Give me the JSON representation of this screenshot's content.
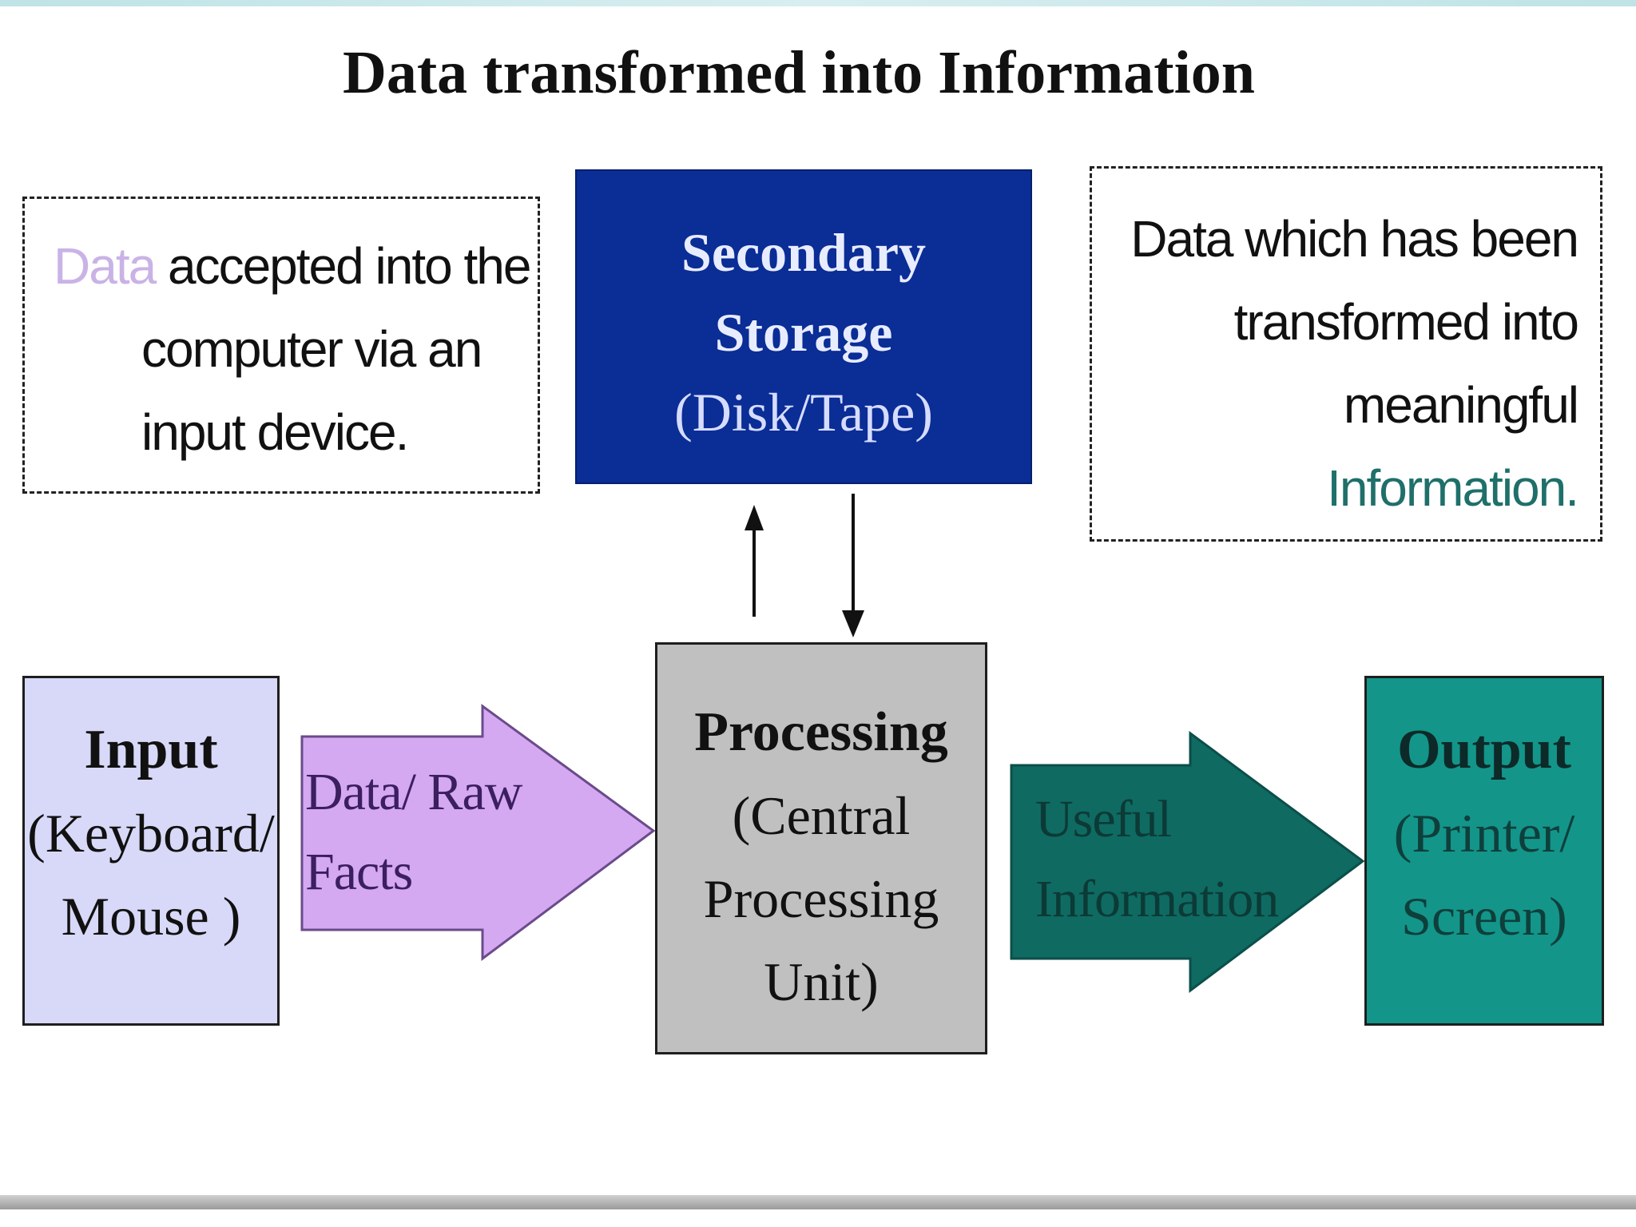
{
  "title": "Data transformed into Information",
  "note_input": {
    "highlight": "Data",
    "line1_rest": " accepted into the",
    "line2": "computer via an",
    "line3": "input device."
  },
  "note_output": {
    "line1": "Data which has been",
    "line2": "transformed into",
    "line3": "meaningful",
    "highlight": "Information."
  },
  "storage": {
    "line1": "Secondary",
    "line2": "Storage",
    "line3": "(Disk/Tape)"
  },
  "input_block": {
    "head": "Input",
    "sub1": "(Keyboard/",
    "sub2": "Mouse )"
  },
  "processing_block": {
    "head": "Processing",
    "sub1": "(Central",
    "sub2": "Processing",
    "sub3": "Unit)"
  },
  "output_block": {
    "head": "Output",
    "sub1": "(Printer/",
    "sub2": "Screen)"
  },
  "arrow_raw": {
    "line1": "Data/ Raw",
    "line2": "Facts"
  },
  "arrow_useful": {
    "line1": "Useful",
    "line2": "Information"
  },
  "colors": {
    "storage": "#0a2d96",
    "input": "#d8d8f8",
    "processing": "#c0c0c0",
    "output": "#13958a",
    "raw_arrow": "#d5a8f2",
    "useful_arrow": "#0f6a62",
    "data_highlight": "#c9b3e6",
    "info_highlight": "#1f6f6a"
  }
}
